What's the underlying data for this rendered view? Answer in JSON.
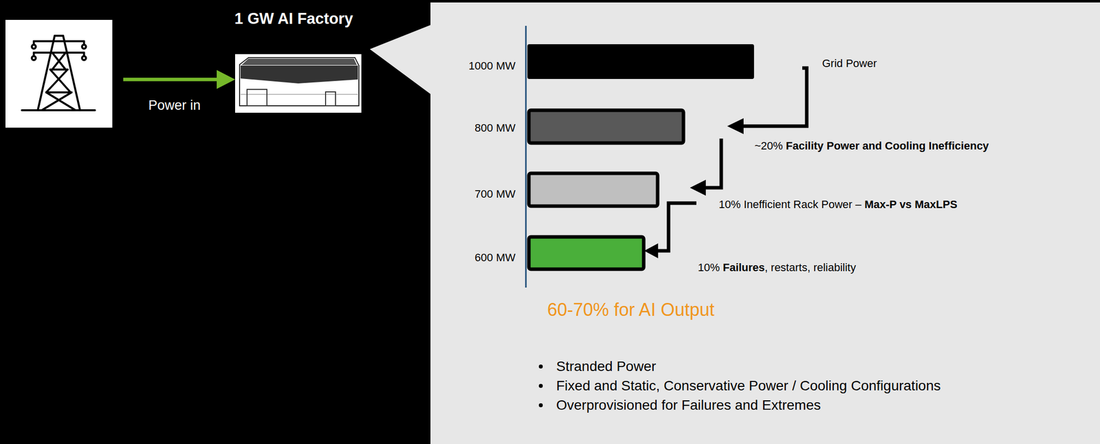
{
  "diagram": {
    "labels": [
      "1 GW AI Factory",
      "Power in",
      "1000 MW",
      "800 MW",
      "700 MW",
      "600 MW",
      "Grid Power",
      "~20%",
      "Facility Power and Cooling Inefficiency",
      "10% Inefficient Rack Power –",
      "Max-P vs MaxLPS",
      "10%",
      "Failures",
      ", restarts, reliability",
      "60-70% for AI Output",
      "Stranded Power",
      "Fixed and Static, Conservative Power / Cooling Configurations",
      "Overprovisioned for Failures and Extremes"
    ]
  }
}
